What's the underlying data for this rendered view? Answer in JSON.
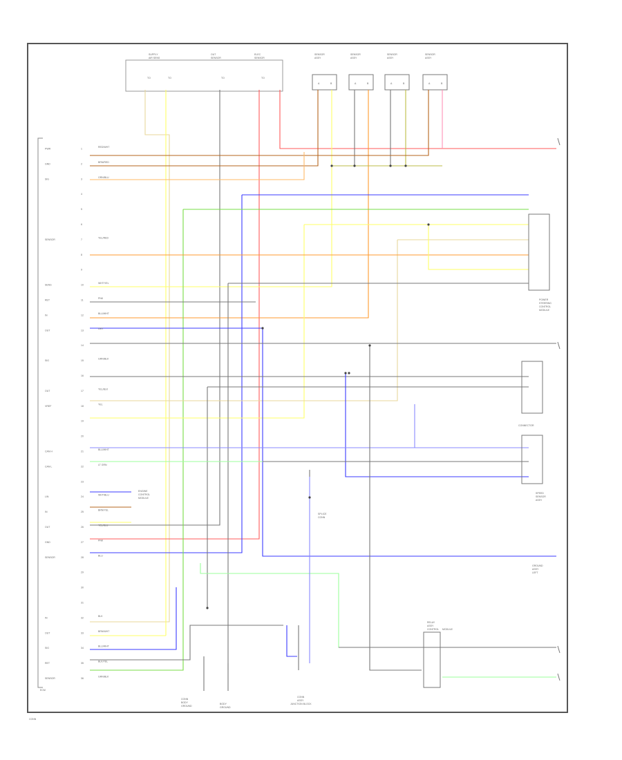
{
  "colors": {
    "red": "#ff5a5a",
    "brown": "#b5651d",
    "orange": "#ff9a2e",
    "lt_orange": "#ffb866",
    "yellow": "#ffff66",
    "tan": "#e8d79a",
    "blue": "#3a3aff",
    "lt_blue": "#8888ff",
    "green": "#77dd44",
    "lt_green": "#9bff9b",
    "gray": "#777777",
    "black": "#444444",
    "pink": "#ff8fb6",
    "olive": "#bbbb44"
  },
  "top_connectors": [
    {
      "label_lines": [
        "SUPPLY",
        "AIR SENS"
      ],
      "pins": [
        "TO",
        "TO"
      ]
    },
    {
      "label_lines": [
        "OUT",
        "SENSOR"
      ],
      "pins": [
        "TO"
      ]
    },
    {
      "label_lines": [
        "ELEC",
        "SENSOR"
      ],
      "pins": [
        "TO"
      ]
    },
    {
      "label_lines": [
        "SENSOR",
        "ASSY"
      ],
      "pins": [
        "A",
        "B"
      ]
    },
    {
      "label_lines": [
        "SENSOR",
        "ASSY"
      ],
      "pins": [
        "A",
        "B"
      ]
    },
    {
      "label_lines": [
        "SENSOR",
        "ASSY"
      ],
      "pins": [
        "A",
        "B"
      ]
    },
    {
      "label_lines": [
        "SENSOR",
        "ASSY"
      ],
      "pins": [
        "A",
        "B"
      ]
    }
  ],
  "left_pin_labels": [
    "PWR",
    "GND",
    "SIG",
    "",
    "",
    "",
    "SENSOR",
    "",
    "",
    "SENS",
    "RET",
    "IN",
    "OUT",
    "",
    "SIG",
    "",
    "OUT",
    "VREF",
    "",
    "",
    "CAN H",
    "CAN L",
    "",
    "LIN",
    "IN",
    "OUT",
    "GND",
    "SENSOR",
    "",
    "",
    "",
    "IN",
    "OUT",
    "SIG",
    "RET",
    "SENSOR"
  ],
  "wire_tags": [
    "RED/WHT",
    "BRN/RED",
    "ORN/BLU",
    "",
    "",
    "",
    "YEL/RED",
    "",
    "",
    "WHT/YEL",
    "PNK",
    "BLU/WHT",
    "GRY",
    "",
    "GRN/BLK",
    "",
    "YEL/BLK",
    "YEL",
    "",
    "",
    "BLU/WHT",
    "LT GRN",
    "",
    "WHT/BLU",
    "BRN/YEL",
    "YEL/BLU",
    "PNK",
    "BLU",
    "",
    "",
    "",
    "BLK",
    "BRN/WHT",
    "BLU/WHT",
    "BLK/YEL",
    "GRN/BLK"
  ],
  "right_labels": {
    "connector_a_lines": [
      "POWER",
      "STEERING",
      "CONTROL",
      "MODULE"
    ],
    "connector_b_title": "CONNECTOR",
    "connector_c_lines": [
      "SPEED",
      "SENSOR",
      "ASSY"
    ],
    "ground_lines": [
      "GROUND",
      "ASSY",
      "LEFT"
    ],
    "relay_lines": [
      "RELAY",
      "ASSY",
      "CONTROL",
      "MODULE"
    ]
  },
  "center_labels": {
    "splice_lines": [
      "SPLICE",
      "CONN"
    ],
    "bottom_connector_lines": [
      "CONN",
      "ASSY",
      "JUNCTION BLOCK"
    ]
  },
  "bottom_labels": {
    "left_conn_lines": [
      "CONN",
      "BODY",
      "GROUND"
    ],
    "mid_conn_lines": [
      "BODY",
      "GROUND"
    ]
  },
  "module_label_lines": [
    "ENGINE",
    "CONTROL",
    "MODULE"
  ],
  "footer_label": "ECM",
  "corner_label": "CONN"
}
